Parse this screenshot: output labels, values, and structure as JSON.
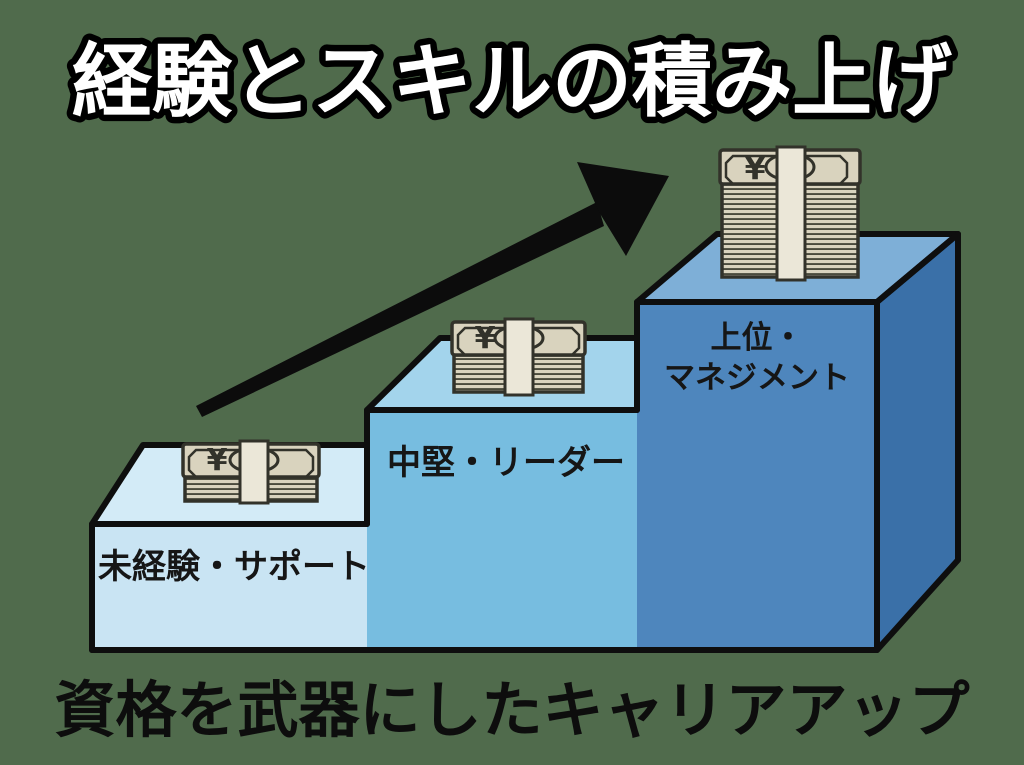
{
  "title": "経験とスキルの積み上げ",
  "caption": "資格を武器にしたキャリアアップ",
  "steps": [
    {
      "label": "未経験・サポート",
      "front_color": "#c9e4f3",
      "top_color": "#d3ebf7"
    },
    {
      "label": "中堅・リーダー",
      "front_color": "#77bde0",
      "top_color": "#a3d4ec"
    },
    {
      "label_line1": "上位・",
      "label_line2": "マネジメント",
      "front_color": "#4e86bd",
      "top_color": "#7eafd7",
      "side_color": "#3a70a8"
    }
  ],
  "money_stack": {
    "icon": "money-stack-icon",
    "currency_symbol": "¥",
    "bill_color": "#d9d3be",
    "band_color": "#ebe7d8",
    "ink_color": "#32322a"
  },
  "arrow": {
    "icon": "growth-arrow-icon",
    "color": "#0c0c0c"
  },
  "colors": {
    "background": "#506b4c",
    "outline": "#0e0e0e",
    "label_text": "#161616",
    "title_fill": "#ffffff",
    "title_outline": "#000000",
    "caption_text": "#0d0d0d"
  }
}
